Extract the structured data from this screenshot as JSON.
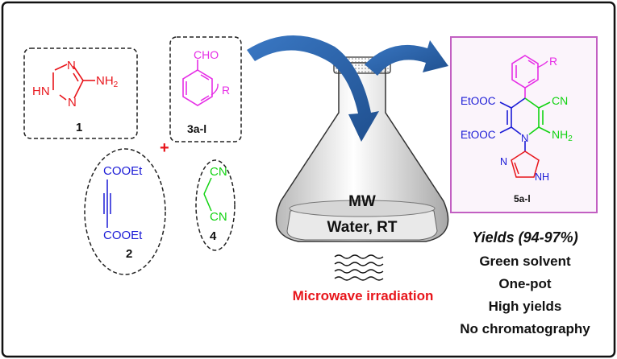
{
  "reactants": {
    "triazole": {
      "number": "1",
      "label_N_top": "N",
      "label_NH": "HN",
      "label_N_bottom": "N",
      "label_NH2": "NH2"
    },
    "aldehyde": {
      "number": "3a-l",
      "label_cho": "CHO",
      "label_R": "R"
    },
    "alkyne": {
      "number": "2",
      "ester_top": "COOEt",
      "ester_bottom": "COOEt"
    },
    "malononitrile": {
      "number": "4",
      "cn_top": "CN",
      "cn_bottom": "CN"
    },
    "plus_sign": "+"
  },
  "conditions": {
    "line1": "MW",
    "line2": "Water, RT",
    "caption": "Microwave irradiation"
  },
  "product": {
    "number": "5a-l",
    "label_R": "R",
    "ester_top": "EtOOC",
    "ester_bottom": "EtOOC",
    "cn": "CN",
    "nh2": "NH2",
    "ring_N": "N",
    "triazole_N": "N",
    "triazole_NH": "NH"
  },
  "yields": {
    "title": "Yields (94-97%)",
    "features": [
      "Green solvent",
      "One-pot",
      "High yields",
      "No chromatography"
    ]
  },
  "colors": {
    "red": "#e8151b",
    "magenta": "#e62ee6",
    "blue": "#1a1ad6",
    "green": "#12d312",
    "arrow": "#2f6ab3",
    "product_border": "#c25fc2",
    "product_fill": "#fbf4fb"
  }
}
